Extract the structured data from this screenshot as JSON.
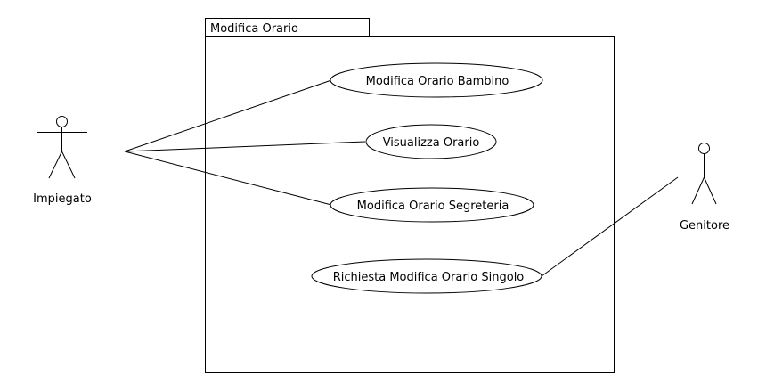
{
  "package": {
    "title": "Modifica Orario"
  },
  "actors": {
    "impiegato": "Impiegato",
    "genitore": "Genitore"
  },
  "use_cases": {
    "modifica_orario_bambino": "Modifica Orario Bambino",
    "visualizza_orario": "Visualizza Orario",
    "modifica_orario_segreteria": "Modifica Orario Segreteria",
    "richiesta_modifica_orario_singolo": "Richiesta Modifica Orario Singolo"
  }
}
